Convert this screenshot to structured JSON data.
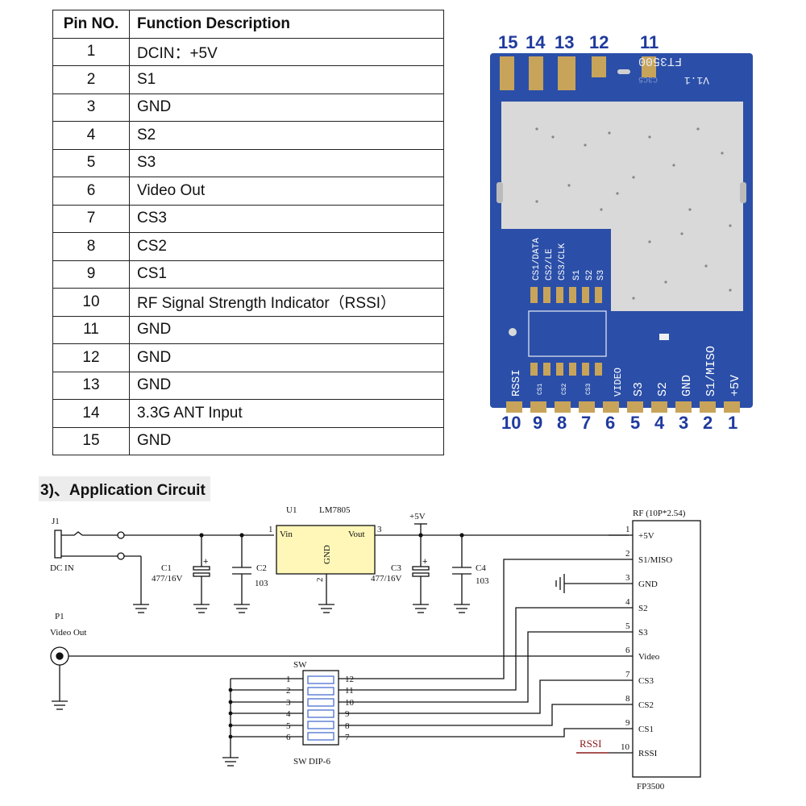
{
  "table": {
    "headers": [
      "Pin NO.",
      "Function Description"
    ],
    "rows": [
      {
        "pin": "1",
        "desc": "DCIN：+5V"
      },
      {
        "pin": "2",
        "desc": "S1"
      },
      {
        "pin": "3",
        "desc": "GND"
      },
      {
        "pin": "4",
        "desc": "S2"
      },
      {
        "pin": "5",
        "desc": "S3"
      },
      {
        "pin": "6",
        "desc": "Video Out"
      },
      {
        "pin": "7",
        "desc": "CS3"
      },
      {
        "pin": "8",
        "desc": "CS2"
      },
      {
        "pin": "9",
        "desc": "CS1"
      },
      {
        "pin": "10",
        "desc": "RF Signal Strength Indicator（RSSI）"
      },
      {
        "pin": "11",
        "desc": "GND"
      },
      {
        "pin": "12",
        "desc": "GND"
      },
      {
        "pin": "13",
        "desc": "GND"
      },
      {
        "pin": "14",
        "desc": "3.3G ANT Input"
      },
      {
        "pin": "15",
        "desc": "GND"
      }
    ]
  },
  "module": {
    "top_pin_numbers": [
      "15",
      "14",
      "13",
      "12",
      "11"
    ],
    "bottom_pin_numbers": [
      "10",
      "9",
      "8",
      "7",
      "6",
      "5",
      "4",
      "3",
      "2",
      "1"
    ],
    "silkscreen_model": "FT3500",
    "silkscreen_version": "V1.1",
    "silkscreen_code": "C3C5",
    "silkscreen_dip": [
      "CS1/DATA",
      "CS2/LE",
      "CS3/CLK",
      "S1",
      "S2",
      "S3"
    ],
    "silkscreen_pins": [
      "RSSI",
      "CS1",
      "CS2",
      "CS3",
      "VIDEO",
      "S3",
      "S2",
      "GND",
      "S1/MISO",
      "+5V"
    ],
    "colors": {
      "pcb": "#2b4fa8",
      "shield": "#d9d9d9",
      "pad": "#c8a45a",
      "pin_label": "#1f3a9e"
    }
  },
  "section": {
    "heading": "3)、Application Circuit"
  },
  "schematic": {
    "j1_label": "J1",
    "j1_name": "DC IN",
    "u1_label": "U1",
    "u1_part": "LM7805",
    "u1_vin": "Vin",
    "u1_vout": "Vout",
    "u1_gnd": "GND",
    "u1_pin1": "1",
    "u1_pin2": "2",
    "u1_pin3": "3",
    "c1_label": "C1",
    "c1_value": "477/16V",
    "c2_label": "C2",
    "c2_value": "103",
    "c3_label": "C3",
    "c3_value": "477/16V",
    "c4_label": "C4",
    "c4_value": "103",
    "vcc_label": "+5V",
    "p1_label": "P1",
    "p1_name": "Video Out",
    "sw_label": "SW",
    "sw_name": "SW DIP-6",
    "sw_left_pins": [
      "1",
      "2",
      "3",
      "4",
      "5",
      "6"
    ],
    "sw_right_pins": [
      "12",
      "11",
      "10",
      "9",
      "8",
      "7"
    ],
    "rf_header": "RF (10P*2.54)",
    "rf_part": "FP3500",
    "rf_pins": [
      {
        "num": "1",
        "name": "+5V"
      },
      {
        "num": "2",
        "name": "S1/MISO"
      },
      {
        "num": "3",
        "name": "GND"
      },
      {
        "num": "4",
        "name": "S2"
      },
      {
        "num": "5",
        "name": "S3"
      },
      {
        "num": "6",
        "name": "Video"
      },
      {
        "num": "7",
        "name": "CS3"
      },
      {
        "num": "8",
        "name": "CS2"
      },
      {
        "num": "9",
        "name": "CS1"
      },
      {
        "num": "10",
        "name": "RSSI"
      }
    ],
    "rssi_net": "RSSI"
  }
}
